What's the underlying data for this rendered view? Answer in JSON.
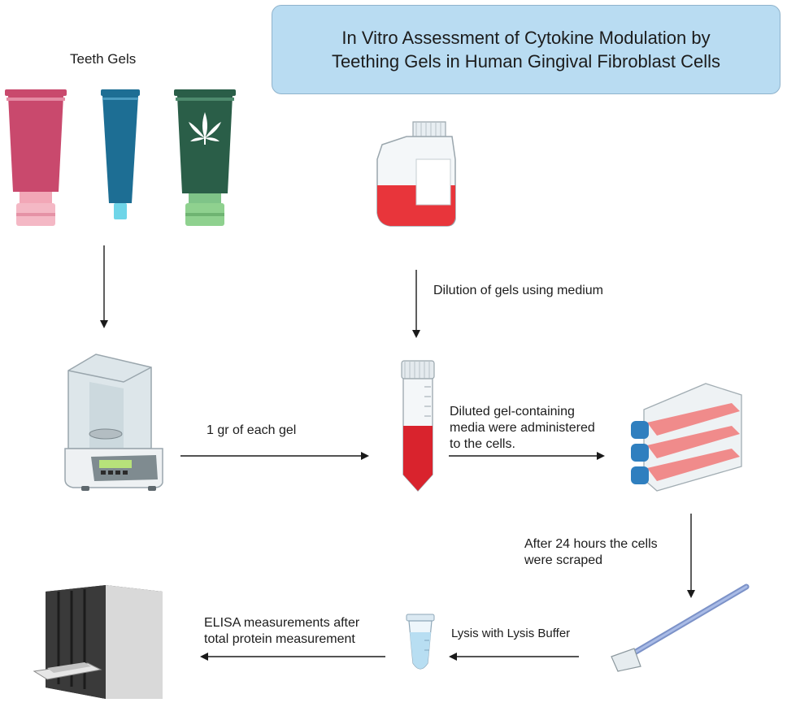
{
  "title": {
    "line1": "In Vitro Assessment of Cytokine Modulation by",
    "line2": "Teething Gels in Human Gingival Fibroblast Cells"
  },
  "labels": {
    "teeth_gels": "Teeth Gels",
    "dilution": "Dilution of gels using medium",
    "one_gr": "1 gr of each gel",
    "administered_1": "Diluted gel-containing",
    "administered_2": "media were administered",
    "administered_3": "to the cells.",
    "scraped_1": "After 24 hours the cells",
    "scraped_2": "were scraped",
    "lysis": "Lysis with Lysis Buffer",
    "elisa_1": "ELISA measurements after",
    "elisa_2": "total protein measurement"
  },
  "colors": {
    "title_bg": "#b9dcf2",
    "tube_pink": "#c9496d",
    "tube_blue": "#1d6e94",
    "tube_green": "#2a5e48",
    "medium_red": "#e8353b",
    "flask_red": "#f08080"
  }
}
